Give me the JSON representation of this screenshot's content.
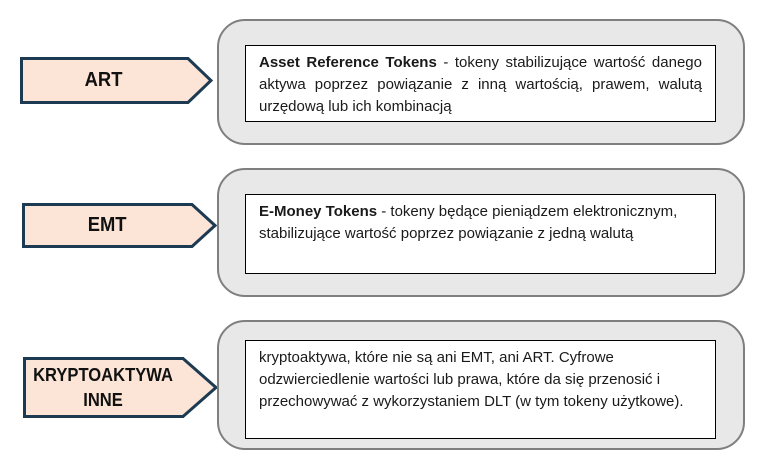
{
  "diagram": {
    "title": "MiCA crypto-asset token categories",
    "colors": {
      "arrow_fill": "#fce4d6",
      "arrow_border": "#1c3a52",
      "container_fill": "#e9e8e8",
      "container_border": "#7f7f7f",
      "box_background": "#ffffff",
      "box_border": "#000000",
      "label_text": "#111111",
      "body_text": "#1a1a1a"
    },
    "rows": [
      {
        "label": "ART",
        "description_bold": "Asset Reference Tokens",
        "description_text": " - tokeny stabilizujące wartość danego aktywa poprzez powiązanie z inną wartością, prawem, walutą urzędową lub ich kombinacją"
      },
      {
        "label": "EMT",
        "description_bold": "E-Money Tokens",
        "description_text": " - tokeny będące pieniądzem elektronicznym, stabilizujące wartość poprzez powiązanie z jedną walutą"
      },
      {
        "label": "KRYPTOAKTYWA\nINNE",
        "description_bold": "",
        "description_text": "kryptoaktywa, które nie są ani EMT, ani ART. Cyfrowe odzwierciedlenie wartości lub prawa, które da się przenosić i przechowywać z wykorzystaniem DLT (w tym tokeny użytkowe)."
      }
    ]
  }
}
